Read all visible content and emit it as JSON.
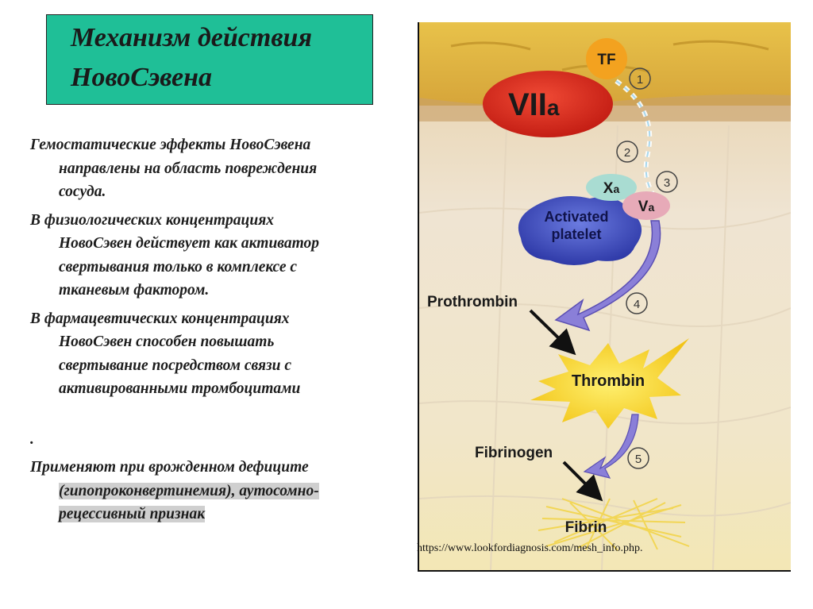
{
  "title": {
    "line1": "Механизм действия",
    "line2": "НовоСэвена"
  },
  "paragraphs": {
    "p1_l1": "Гемостатические эффекты НовоСэвена",
    "p1_l2": "направлены на область повреждения",
    "p1_l3": "сосуда.",
    "p2_l1": "В физиологических концентрациях",
    "p2_l2": "НовоСэвен действует как активатор",
    "p2_l3": "свертывания только в комплексе с",
    "p2_l4": "тканевым фактором.",
    "p3_l1": "В фармацевтических концентрациях",
    "p3_l2": "НовоСэвен  способен повышать",
    "p3_l3": "свертывание посредством связи с",
    "p3_l4": "активированными тромбоцитами",
    "dot": ".",
    "p4_l1": "Применяют при врожденном дефиците",
    "p4_l2": "(гипопроконвертинемия), аутосомно-",
    "p4_l3": "рецессивный признак"
  },
  "source_url": "https://www.lookfordiagnosis.com/mesh_info.php.",
  "diagram": {
    "tf": "TF",
    "viia_main": "VII",
    "viia_sub": "a",
    "xa_main": "X",
    "xa_sub": "a",
    "va_main": "V",
    "va_sub": "a",
    "platelet_l1": "Activated",
    "platelet_l2": "platelet",
    "prothrombin": "Prothrombin",
    "thrombin": "Thrombin",
    "fibrinogen": "Fibrinogen",
    "fibrin": "Fibrin",
    "step1": "1",
    "step2": "2",
    "step3": "3",
    "step4": "4",
    "step5": "5"
  },
  "colors": {
    "title_bg": "#1fbf97",
    "viia_red": "#d8281c",
    "tf_orange": "#f3a21f",
    "platelet_blue": "#3f4fc4",
    "xa_teal": "#a9dcd2",
    "va_pink": "#e7aab8",
    "arrow_purple": "#8a7fd8",
    "thrombin_yellow": "#f7d51c"
  }
}
